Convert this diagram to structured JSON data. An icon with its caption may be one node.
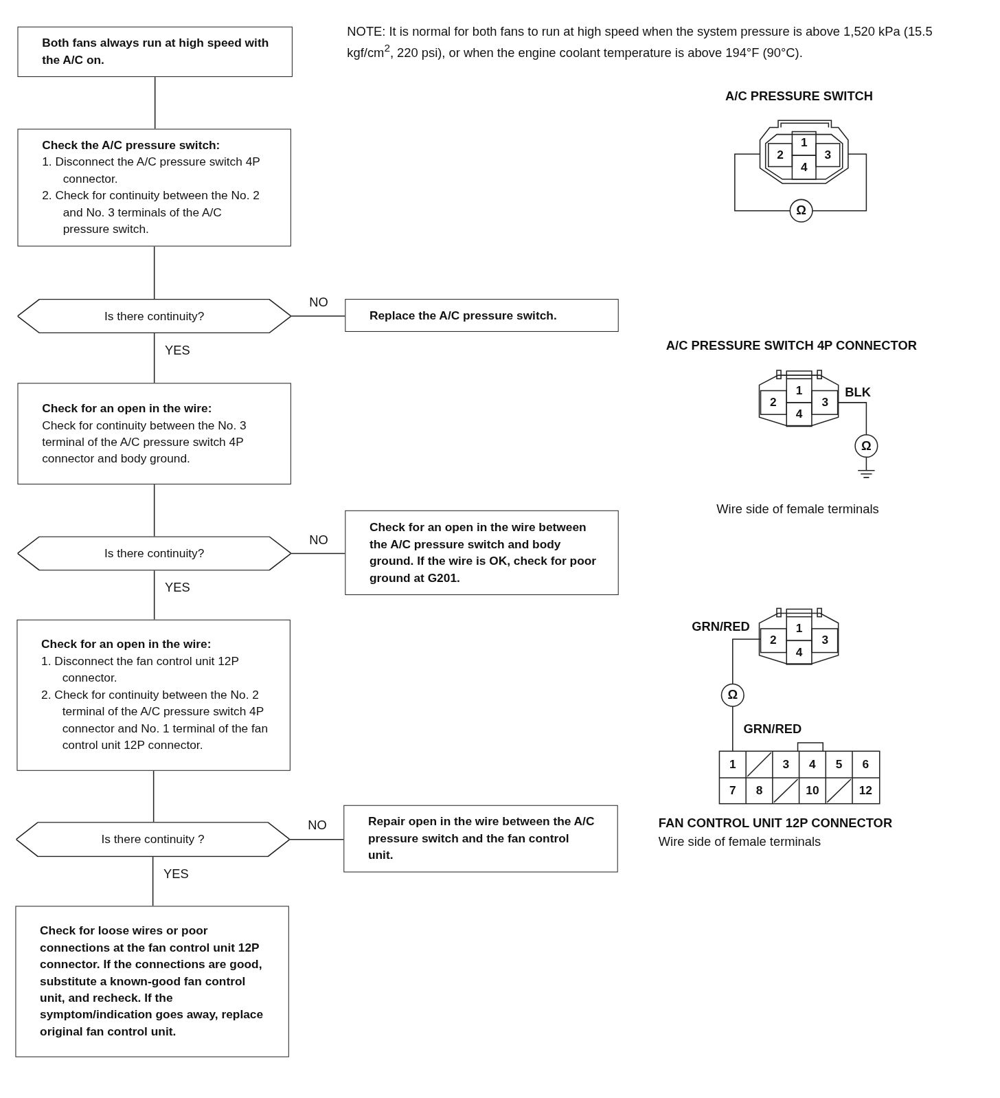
{
  "diagram": {
    "nodes": [
      {
        "text": [
          "Both fans always run at high speed with the A/C on."
        ]
      },
      {
        "text": [
          "Check the A/C pressure switch:",
          "1. Disconnect the A/C pressure switch 4P connector.",
          "2. Check for continuity between the No. 2 and No. 3 terminals of the A/C pressure switch."
        ]
      },
      {
        "text": [
          "Is there continuity?"
        ]
      },
      {
        "text": [
          "Replace the A/C pressure switch."
        ]
      },
      {
        "text": [
          "Check for an open in the wire:",
          "Check for continuity between the No. 3 terminal of the A/C pressure switch 4P connector and body ground."
        ]
      },
      {
        "text": [
          "Is there continuity?"
        ]
      },
      {
        "text": [
          "Check for an open in the wire between the A/C pressure switch and body ground. If the wire is OK, check for poor ground at G201."
        ]
      },
      {
        "text": [
          "Check for an open in the wire:",
          "1. Disconnect the fan control unit 12P connector.",
          "2. Check for continuity between the No. 2 terminal of the A/C pressure switch 4P connector and No. 1 terminal of the fan control unit 12P connector."
        ]
      },
      {
        "text": [
          "Is there continuity ?"
        ]
      },
      {
        "text": [
          "Repair open in the wire between the A/C pressure switch and the fan control unit."
        ]
      },
      {
        "text": [
          "Check for loose wires or poor connections at the fan control unit 12P connector. If the connections are good, substitute a known-good fan control unit, and recheck. If the symptom/indication goes away, replace original fan control unit."
        ]
      }
    ],
    "edges": [
      {
        "from": 0,
        "to": 1,
        "arrow": "none"
      },
      {
        "from": 1,
        "to": 2,
        "arrow": "none"
      },
      {
        "from": 2,
        "to": 3,
        "arrow": "none",
        "label": "NO"
      },
      {
        "from": 2,
        "to": 4,
        "arrow": "none",
        "label": "YES"
      },
      {
        "from": 4,
        "to": 5,
        "arrow": "none"
      },
      {
        "from": 5,
        "to": 6,
        "arrow": "none",
        "label": "NO"
      },
      {
        "from": 5,
        "to": 7,
        "arrow": "none",
        "label": "YES"
      },
      {
        "from": 7,
        "to": 8,
        "arrow": "none"
      },
      {
        "from": 8,
        "to": 9,
        "arrow": "none",
        "label": "NO"
      },
      {
        "from": 8,
        "to": 10,
        "arrow": "none",
        "label": "YES"
      }
    ],
    "labels": [
      "NOTE: It is normal for both fans to run at high speed when the system pressure is above 1,520 kPa (15.5 kgf/cm$^{2}$, 220 psi), or when the engine coolant temperature is above 194°F (90°C).",
      "A/C PRESSURE SWITCH",
      "1",
      "2",
      "3",
      "4",
      "Ω",
      "A/C PRESSURE SWITCH 4P CONNECTOR",
      "1",
      "2",
      "3",
      "BLK",
      "4",
      "Ω",
      "Wire side of female terminals",
      "GRN/RED",
      "1",
      "2",
      "3",
      "4",
      "Ω",
      "GRN/RED",
      "1",
      "3",
      "4",
      "5",
      "6",
      "7",
      "8",
      "10",
      "12",
      "FAN CONTROL UNIT 12P CONNECTOR",
      "Wire side of female terminals"
    ]
  }
}
